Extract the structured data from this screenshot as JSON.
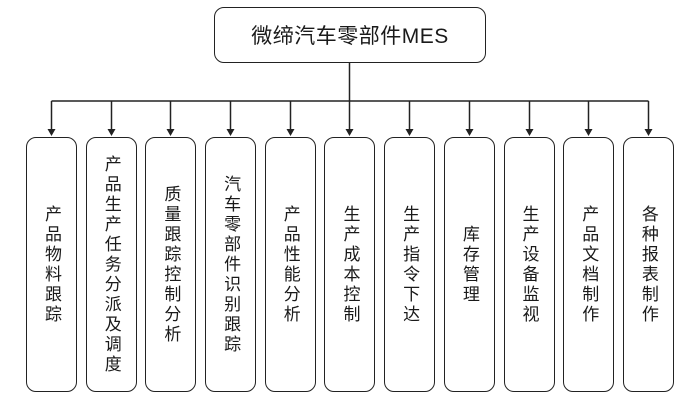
{
  "diagram": {
    "type": "org-chart",
    "root": {
      "label": "微缔汽车零部件MES"
    },
    "children": [
      {
        "label": "产品物料跟踪"
      },
      {
        "label": "产品生产任务分派及调度"
      },
      {
        "label": "质量跟踪控制分析"
      },
      {
        "label": "汽车零部件识别跟踪"
      },
      {
        "label": "产品性能分析"
      },
      {
        "label": "生产成本控制"
      },
      {
        "label": "生产指令下达"
      },
      {
        "label": "库存管理"
      },
      {
        "label": "生产设备监视"
      },
      {
        "label": "产品文档制作"
      },
      {
        "label": "各种报表制作"
      }
    ],
    "colors": {
      "line": "#222222",
      "node_fill": "#ffffff",
      "text": "#1a1a1a",
      "background": "#ffffff"
    }
  }
}
